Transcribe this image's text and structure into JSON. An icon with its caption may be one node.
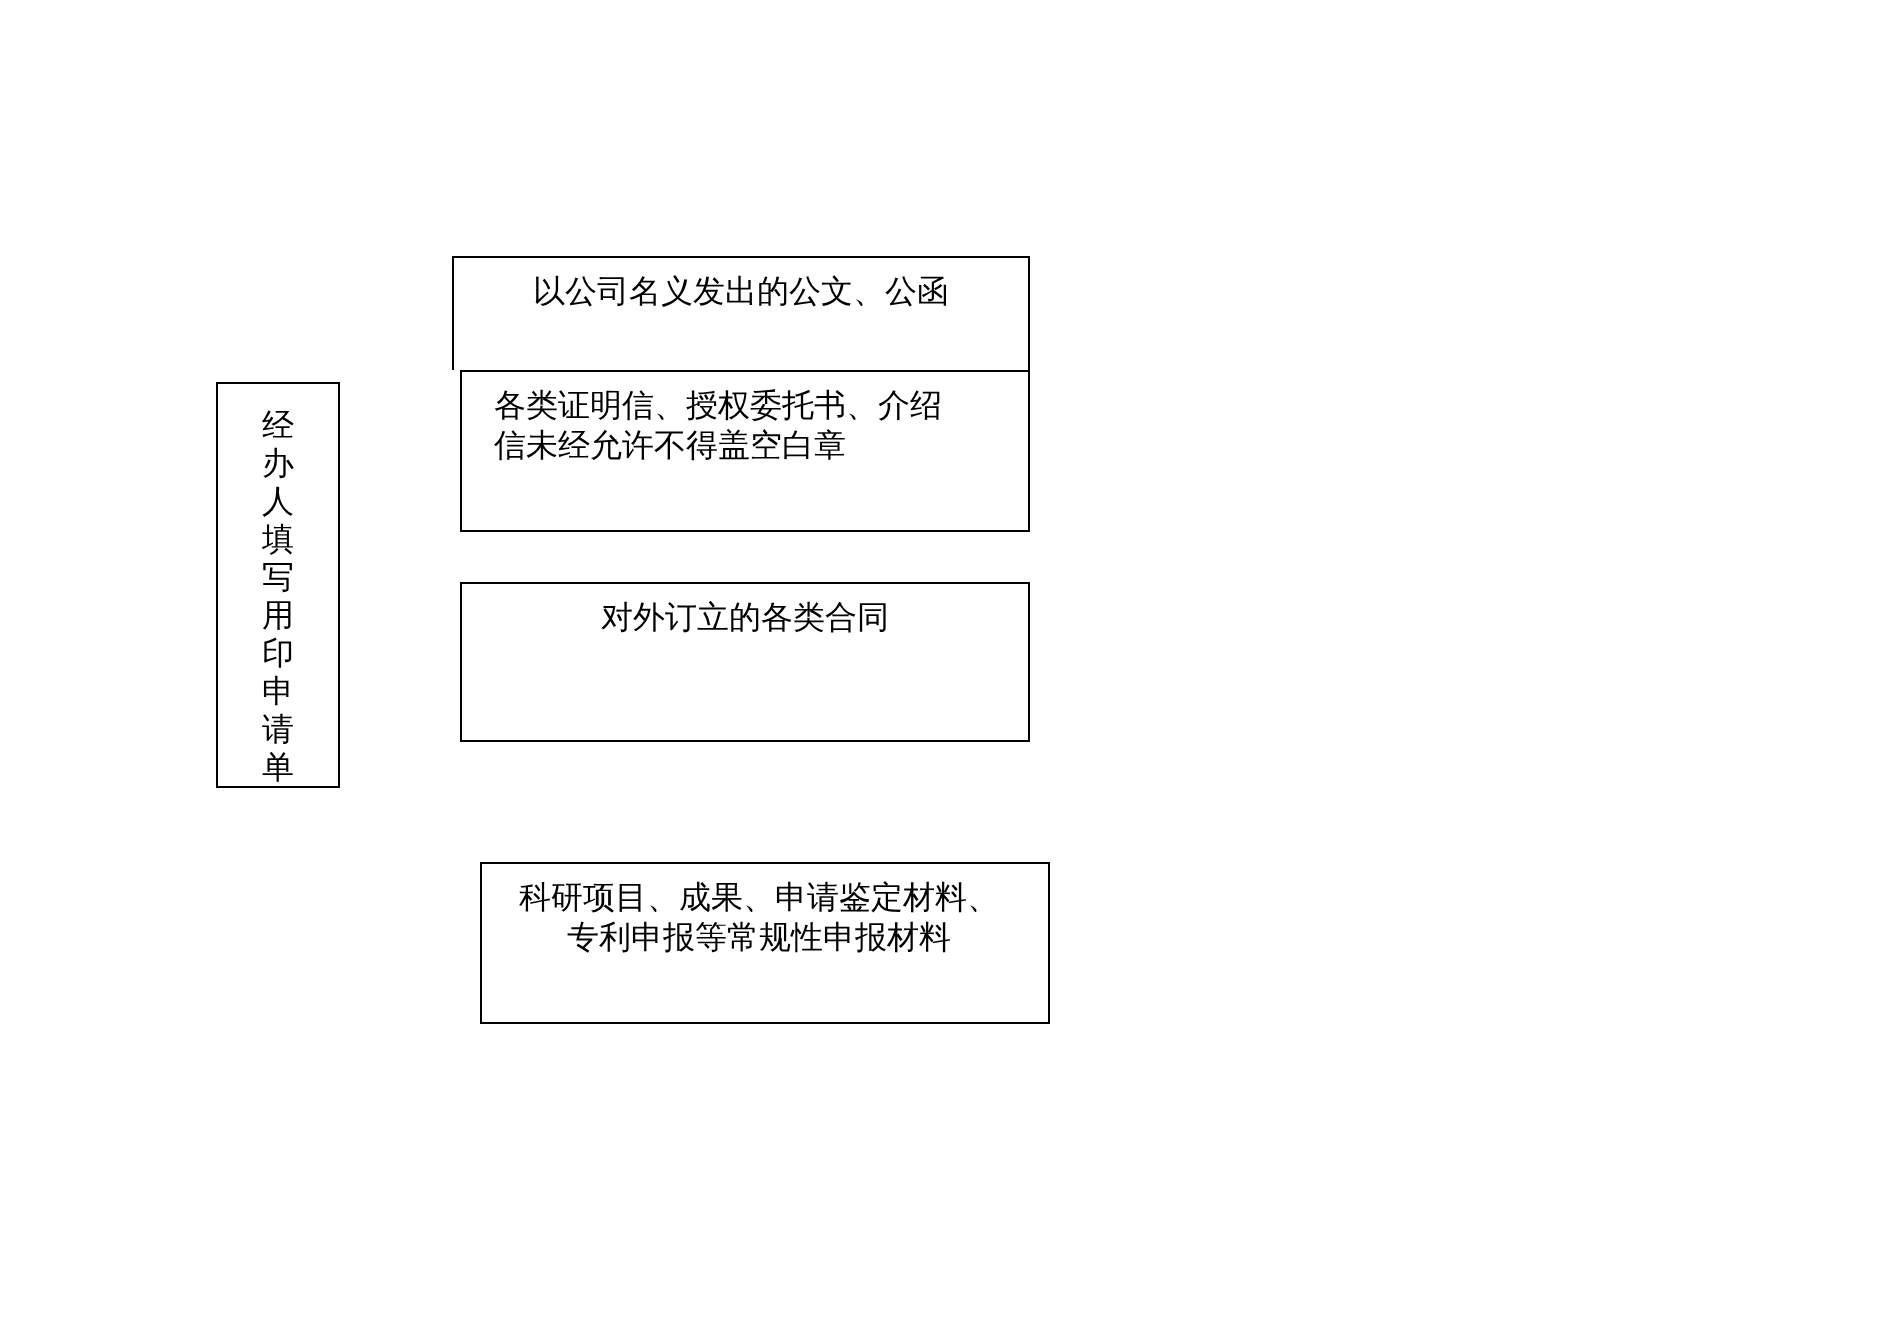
{
  "diagram": {
    "nodes": [
      {
        "text": [
          "经办人填写用印申请单"
        ]
      },
      {
        "text": [
          "以公司名义发出的公文、公函"
        ]
      },
      {
        "text": [
          "各类证明信、授权委托书、介绍信未经允许不得盖空白章"
        ]
      },
      {
        "text": [
          "对外订立的各类合同"
        ]
      },
      {
        "text": [
          "科研项目、成果、申请鉴定材料、专利申报等常规性申报材料"
        ]
      }
    ]
  }
}
